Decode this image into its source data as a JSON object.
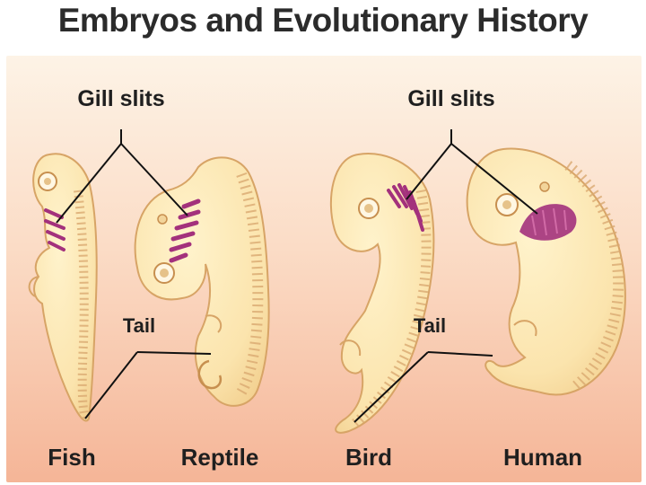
{
  "title": "Embryos and Evolutionary History",
  "labels": {
    "gill_slits_left": "Gill slits",
    "gill_slits_right": "Gill slits",
    "tail_left": "Tail",
    "tail_right": "Tail"
  },
  "embryos": [
    {
      "name": "Fish"
    },
    {
      "name": "Reptile"
    },
    {
      "name": "Bird"
    },
    {
      "name": "Human"
    }
  ],
  "colors": {
    "background_top": "#fdf0e0",
    "background_bottom": "#f6b99e",
    "embryo_fill": "#fbe7b3",
    "embryo_outline": "#d9a76a",
    "gill_slits": "#a0307a",
    "pointer_line": "#111111"
  }
}
